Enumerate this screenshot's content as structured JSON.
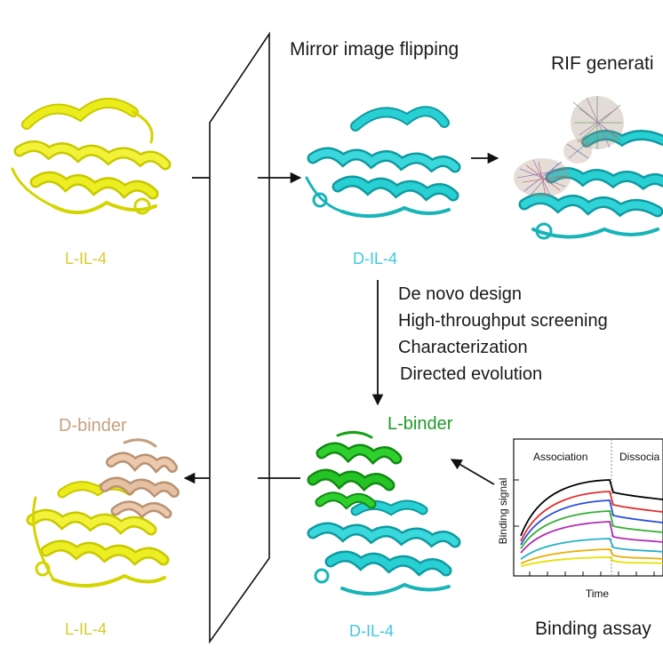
{
  "labels": {
    "mirror": "Mirror image flipping",
    "rif": "RIF generati",
    "l_il4_top": "L-IL-4",
    "d_il4_top": "D-IL-4",
    "d_binder": "D-binder",
    "l_binder": "L-binder",
    "l_il4_bottom": "L-IL-4",
    "d_il4_bottom": "D-IL-4",
    "binding_assay": "Binding assay"
  },
  "steps": [
    "De novo design",
    "High-throughput screening",
    "Characterization",
    "Directed evolution"
  ],
  "chart": {
    "association": "Association",
    "dissociation": "Dissocia",
    "ylabel": "Binding signal",
    "xlabel": "Time"
  },
  "colors": {
    "yellow": "#e8e800",
    "cyan": "#1fc8cc",
    "green": "#22bb22",
    "tan": "#e2bea2",
    "label_yellow": "#d8cc2a",
    "label_cyan": "#3ec9e0",
    "label_green": "#1f9a2a",
    "label_tan": "#c4a27f"
  },
  "chart_data": {
    "type": "line",
    "title": "",
    "xlabel": "Time",
    "ylabel": "Binding signal",
    "phases": [
      "Association",
      "Dissocia"
    ],
    "series": [
      {
        "color": "#000000",
        "values": [
          0.62,
          0.98,
          1.0,
          0.86,
          0.8
        ]
      },
      {
        "color": "#e03030",
        "values": [
          0.52,
          0.84,
          0.87,
          0.72,
          0.66
        ]
      },
      {
        "color": "#2a4fd8",
        "values": [
          0.45,
          0.74,
          0.77,
          0.6,
          0.54
        ]
      },
      {
        "color": "#34b034",
        "values": [
          0.38,
          0.62,
          0.65,
          0.48,
          0.43
        ]
      },
      {
        "color": "#b030b0",
        "values": [
          0.3,
          0.5,
          0.53,
          0.36,
          0.32
        ]
      },
      {
        "color": "#2bb0c8",
        "values": [
          0.18,
          0.32,
          0.34,
          0.24,
          0.21
        ]
      },
      {
        "color": "#e8b000",
        "values": [
          0.1,
          0.2,
          0.22,
          0.15,
          0.13
        ]
      },
      {
        "color": "#e8e000",
        "values": [
          0.05,
          0.12,
          0.13,
          0.09,
          0.08
        ]
      }
    ]
  }
}
